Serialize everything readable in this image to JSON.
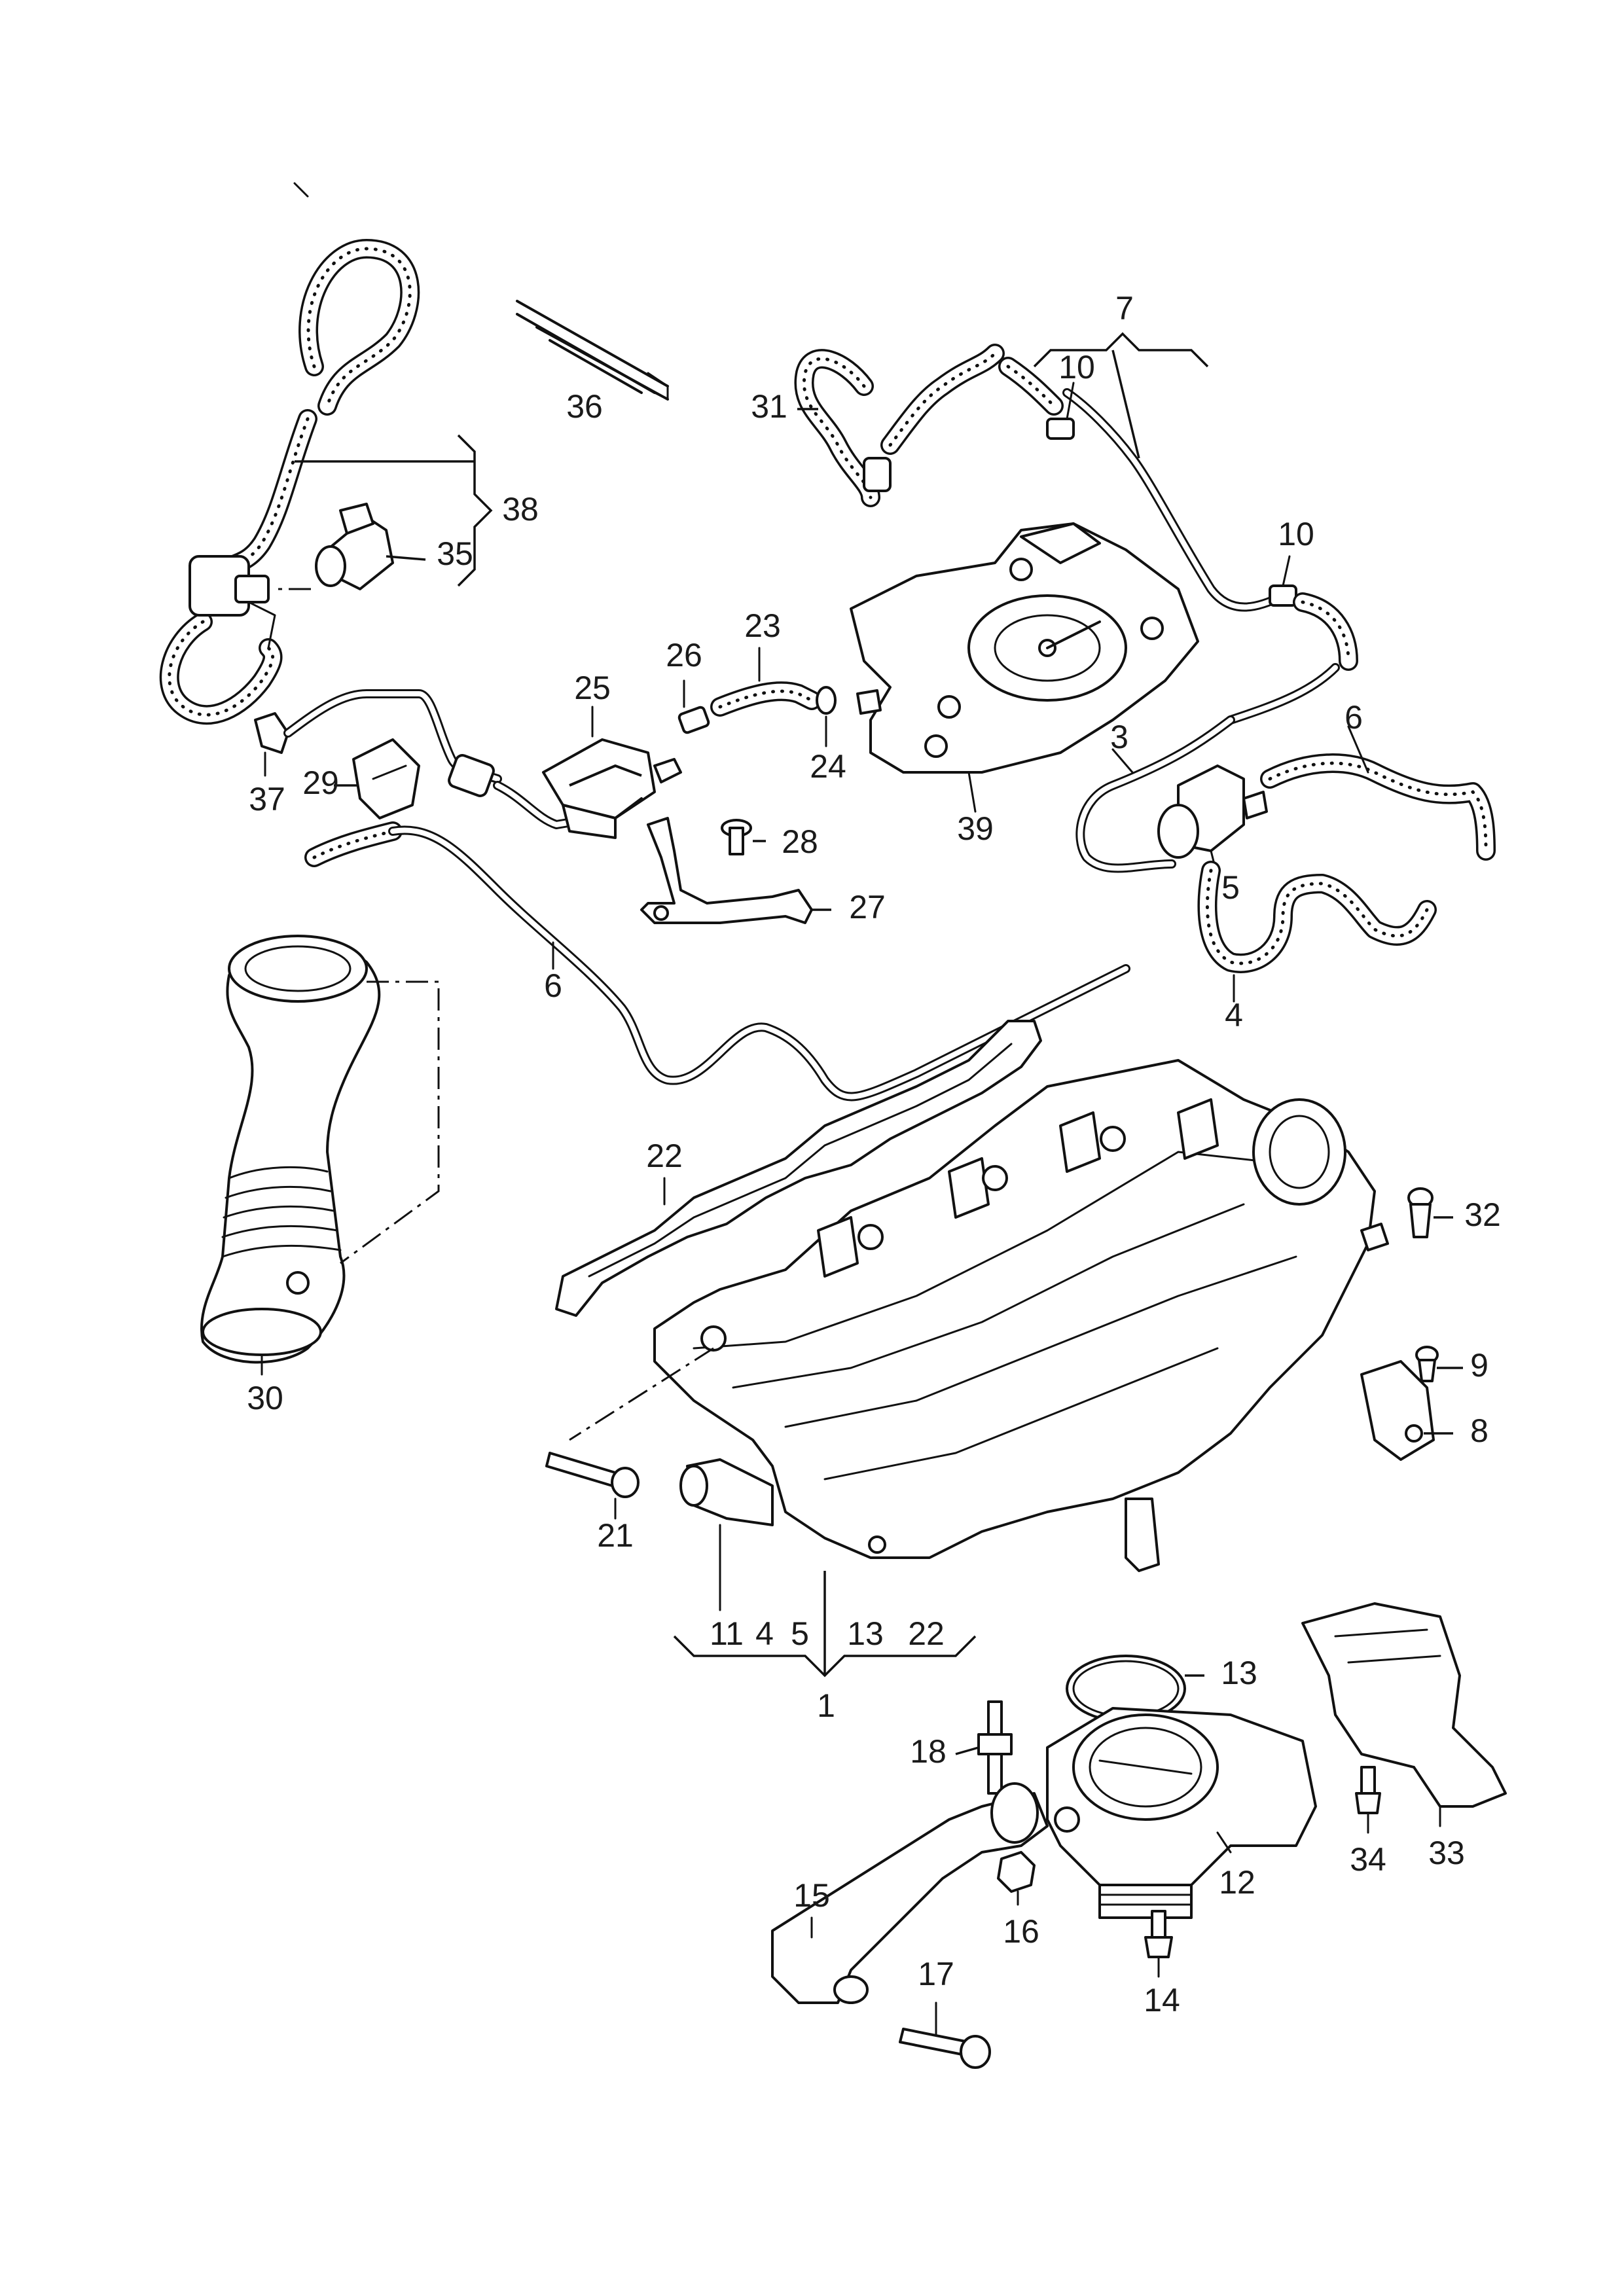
{
  "labels": {
    "l1": "1",
    "l3": "3",
    "l4": "4",
    "l5": "5",
    "l6a": "6",
    "l6b": "6",
    "l7": "7",
    "l8": "8",
    "l9": "9",
    "l10a": "10",
    "l10b": "10",
    "l12": "12",
    "l13": "13",
    "l14": "14",
    "l15": "15",
    "l16": "16",
    "l17": "17",
    "l18": "18",
    "l21": "21",
    "l22": "22",
    "l23": "23",
    "l24": "24",
    "l25": "25",
    "l26": "26",
    "l27": "27",
    "l28": "28",
    "l29": "29",
    "l30": "30",
    "l31": "31",
    "l32": "32",
    "l33": "33",
    "l34": "34",
    "l35": "35",
    "l36": "36",
    "l37": "37",
    "l38": "38",
    "l39": "39",
    "g1_11": "11",
    "g1_4": "4",
    "g1_5": "5",
    "g1_13": "13",
    "g1_22": "22"
  },
  "colors": {
    "ink": "#111111",
    "paper": "#ffffff"
  }
}
